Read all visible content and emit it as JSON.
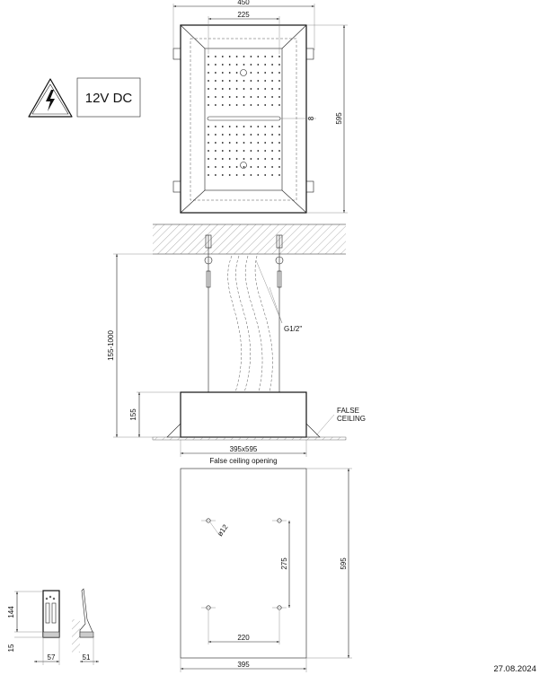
{
  "warning": {
    "voltage_label": "12V DC"
  },
  "top_view": {
    "width_dim": "450",
    "inner_width_dim": "225",
    "height_dim": "595",
    "slot_dim": "8"
  },
  "side_view": {
    "drop_dim": "155-1000",
    "body_height_dim": "155",
    "connection_label": "G1/2\"",
    "opening_dim": "395x595",
    "opening_label": "False ceiling opening",
    "false_ceiling_line1": "FALSE",
    "false_ceiling_line2": "CEILING"
  },
  "plate_view": {
    "hole_dia": "ø12",
    "hole_v_spacing": "275",
    "hole_h_spacing": "220",
    "height_dim": "595",
    "width_dim": "395"
  },
  "control": {
    "height_dim": "144",
    "base_dim": "15",
    "width_dim": "57",
    "depth_dim": "51"
  },
  "footer": {
    "date": "27.08.2024"
  }
}
